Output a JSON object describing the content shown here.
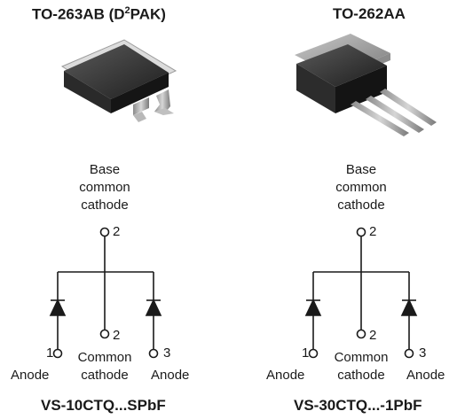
{
  "left": {
    "package_title_prefix": "TO-263AB (D",
    "package_title_sup": "2",
    "package_title_suffix": "PAK)",
    "base_label": [
      "Base",
      "common",
      "cathode"
    ],
    "base_pin": "2",
    "pin_left_num": "1",
    "pin_mid_num": "2",
    "pin_right_num": "3",
    "pin_left_label": "Anode",
    "pin_mid_label": [
      "Common",
      "cathode"
    ],
    "pin_right_label": "Anode",
    "part_number": "VS-10CTQ...SPbF"
  },
  "right": {
    "package_title": "TO-262AA",
    "base_label": [
      "Base",
      "common",
      "cathode"
    ],
    "base_pin": "2",
    "pin_left_num": "1",
    "pin_mid_num": "2",
    "pin_right_num": "3",
    "pin_left_label": "Anode",
    "pin_mid_label": [
      "Common",
      "cathode"
    ],
    "pin_right_label": "Anode",
    "part_number": "VS-30CTQ...-1PbF"
  }
}
